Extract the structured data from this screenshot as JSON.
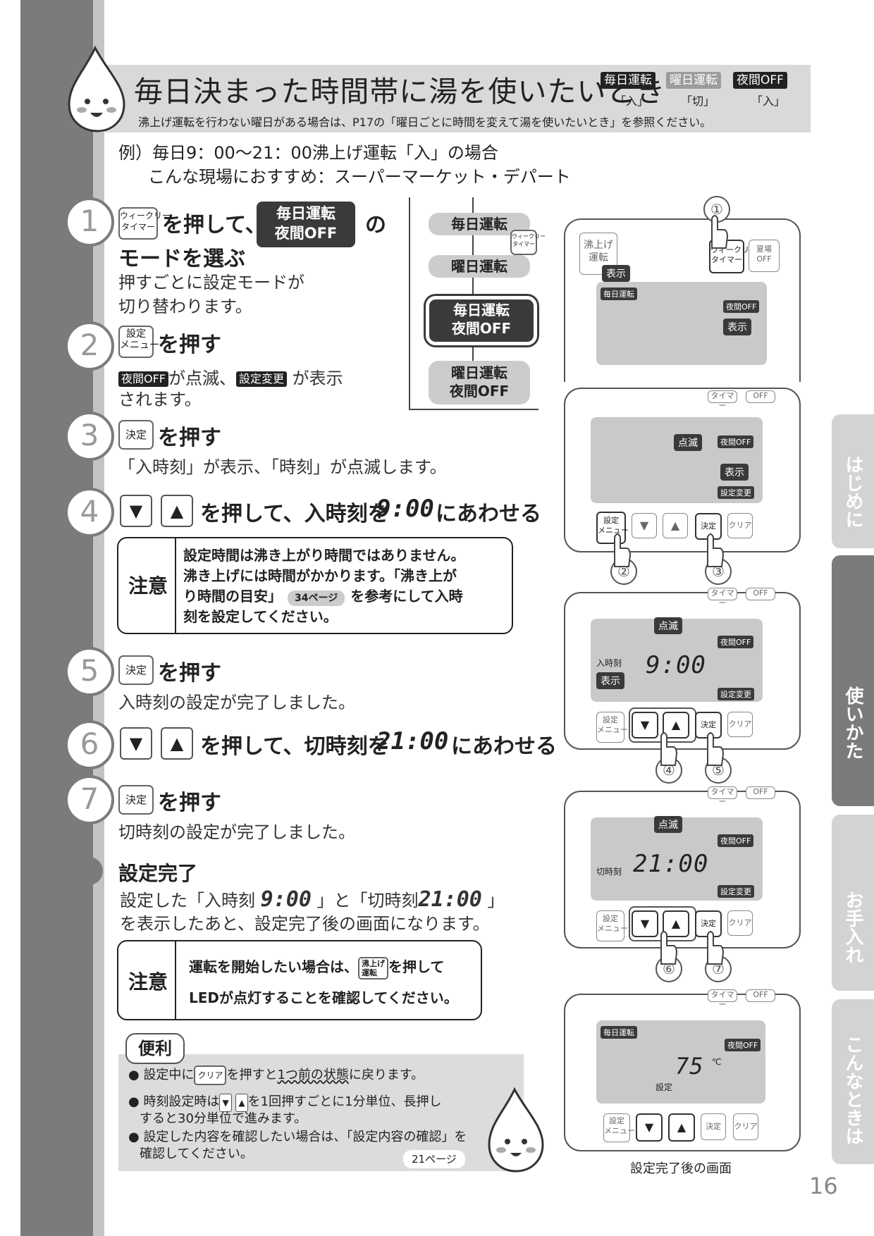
{
  "header": {
    "title": "毎日決まった時間帯に湯を使いたいとき",
    "subtitle": "沸上げ運転を行わない曜日がある場合は、P17の「曜日ごとに時間を変えて湯を使いたいとき」を参照ください。",
    "tags": [
      {
        "label": "毎日運転",
        "state": "「入」"
      },
      {
        "label": "曜日運転",
        "state": "「切」"
      },
      {
        "label": "夜間OFF",
        "state": "「入」"
      }
    ]
  },
  "example": {
    "line1": "例）毎日9：00〜21：00沸上げ運転「入」の場合",
    "line2": "こんな現場におすすめ：スーパーマーケット・デパート"
  },
  "steps": [
    {
      "num": "1",
      "key": "ウィークリー\nタイマー",
      "text_a": "を押して、",
      "mode": "毎日運転\n夜間OFF",
      "text_b": "の",
      "text_c": "モードを選ぶ",
      "desc": "押すごとに設定モードが\n切り替わります。"
    },
    {
      "num": "2",
      "key": "設定\nメニュー",
      "text": "を押す",
      "blink_tag": "夜間OFF",
      "mid": "が点滅、",
      "show_tag": "設定変更",
      "desc_end": "が表示",
      "desc2": "されます。"
    },
    {
      "num": "3",
      "key": "決定",
      "text": "を押す",
      "desc": "「入時刻」が表示、「時刻」が点滅します。"
    },
    {
      "num": "4",
      "text_a": "を押して、入時刻を",
      "time": "9:00",
      "text_b": "にあわせる"
    },
    {
      "num": "5",
      "key": "決定",
      "text": "を押す",
      "desc": "入時刻の設定が完了しました。"
    },
    {
      "num": "6",
      "text_a": "を押して、切時刻を",
      "time": "21:00",
      "text_b": "にあわせる"
    },
    {
      "num": "7",
      "key": "決定",
      "text": "を押す",
      "desc": "切時刻の設定が完了しました。"
    }
  ],
  "note1": {
    "label": "注意",
    "lines": [
      "設定時間は沸き上がり時間ではありません。",
      "沸き上げには時間がかかります。「沸き上が",
      "り時間の目安」",
      "を参考にして入時",
      "刻を設定してください。"
    ],
    "page_ref": "34ページ"
  },
  "complete": {
    "title": "設定完了",
    "line1a": "設定した「入時刻",
    "time_on": "9:00",
    "line1b": "」と「切時刻",
    "time_off": "21:00",
    "line1c": "」",
    "line2": "を表示したあと、設定完了後の画面になります。"
  },
  "note2": {
    "label": "注意",
    "line1a": "運転を開始したい場合は、",
    "key": "沸上げ\n運転",
    "line1b": "を押して",
    "line2": "LEDが点灯することを確認してください。"
  },
  "tips": {
    "title": "便利",
    "item1a": "設定中に",
    "item1key": "クリア",
    "item1b": "を押すと",
    "item1c": "1つ前の状態",
    "item1d": "に戻ります。",
    "item2a": "時刻設定時は",
    "item2b": "を1回押すごとに1分単位、長押し",
    "item2c": "すると30分単位で進みます。",
    "item3a": "設定した内容を確認したい場合は、「設定内容の確認」を",
    "item3b": "確認してください。",
    "page_ref": "21ページ"
  },
  "flow": {
    "items": [
      "毎日運転",
      "曜日運転",
      "毎日運転\n夜間OFF",
      "曜日運転\n夜間OFF"
    ],
    "key": "ウィークリー\nタイマー"
  },
  "remote": {
    "boil_key": "沸上げ\n運転",
    "weekly_key": "ウィークリー\nタイマー",
    "summer_key": "夏場\nOFF",
    "timer_frag": "タイマー",
    "off_frag": "OFF",
    "setting_key": "設定\nメニュー",
    "decide_key": "決定",
    "clear_key": "クリア",
    "lcd_daily": "毎日運転",
    "lcd_nightoff": "夜間OFF",
    "lcd_change": "設定変更",
    "callout_show": "表示",
    "callout_blink": "点滅",
    "label_on": "入時刻",
    "label_off": "切時刻",
    "lcd_time_on": "9:00",
    "lcd_time_off": "21:00",
    "temp": "75",
    "temp_unit": "℃",
    "temp_label": "設定",
    "caption": "設定完了後の画面",
    "nums": [
      "①",
      "②",
      "③",
      "④",
      "⑤",
      "⑥",
      "⑦"
    ]
  },
  "side_tabs": [
    "はじめに",
    "使いかた",
    "お手入れ",
    "こんなときは"
  ],
  "page_number": "16"
}
